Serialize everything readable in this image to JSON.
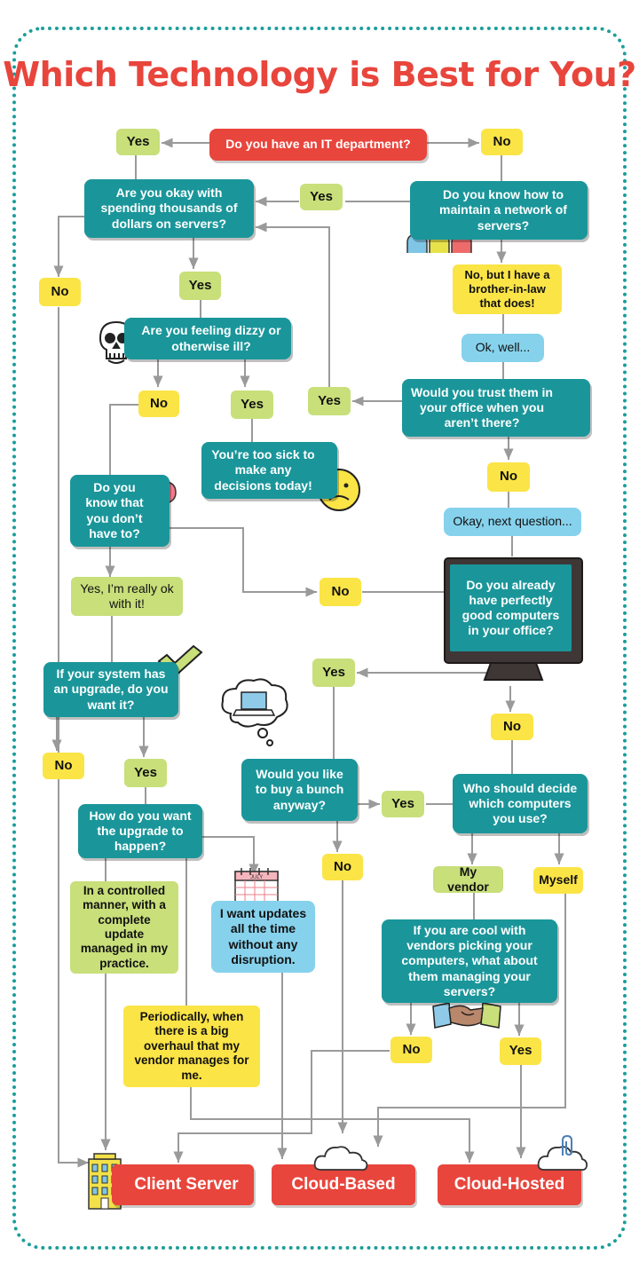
{
  "title": "Which Technology is Best for You?",
  "colors": {
    "teal": "#1a969a",
    "red": "#e8453c",
    "yellow": "#fbe446",
    "green": "#c8df7a",
    "light_blue": "#86d2ec",
    "line": "#9a9a9a"
  },
  "nodes": {
    "q_it_department": "Do you have an IT department?",
    "a_it_yes": "Yes",
    "a_it_no": "No",
    "q_spend_servers": "Are you okay with spending thousands of dollars on servers?",
    "q_maintain_network": "Do you know how to maintain a network of servers?",
    "a_maintain_yes": "Yes",
    "a_spend_no": "No",
    "a_spend_yes": "Yes",
    "a_brother_in_law": "No, but I have a brother-in-law that does!",
    "c_ok_well": "Ok, well...",
    "q_feeling_dizzy": "Are you feeling dizzy or otherwise ill?",
    "q_trust_them": "Would you trust them in your office when you aren’t there?",
    "a_trust_yes": "Yes",
    "a_dizzy_no": "No",
    "a_dizzy_yes": "Yes",
    "r_too_sick": "You’re too sick to make any decisions today!",
    "a_trust_no": "No",
    "q_know_dont_have_to": "Do you know that you don’t have to?",
    "c_next_question": "Okay, next question...",
    "a_know_no": "No",
    "q_good_computers": "Do you already have perfectly good computers in your office?",
    "a_really_ok": "Yes, I’m really ok with it!",
    "q_upgrade": "If your system has an upgrade, do you want it?",
    "a_computers_yes": "Yes",
    "a_computers_no": "No",
    "a_upgrade_no": "No",
    "a_upgrade_yes": "Yes",
    "q_buy_bunch": "Would you like to buy a bunch anyway?",
    "a_buy_yes": "Yes",
    "q_who_decide": "Who should decide which computers you use?",
    "q_upgrade_how": "How do you want the upgrade to happen?",
    "a_buy_no": "No",
    "a_my_vendor": "My vendor",
    "a_myself": "Myself",
    "a_controlled": "In a controlled manner, with a complete update managed in my practice.",
    "a_updates_all_time": "I want updates all the time without any disruption.",
    "q_vendor_servers": "If you are cool with vendors picking your computers, what about them managing your servers?",
    "a_periodically": "Periodically, when there is a big overhaul that my vendor manages for me.",
    "a_servers_no": "No",
    "a_servers_yes": "Yes",
    "o_client_server": "Client Server",
    "o_cloud_based": "Cloud-Based",
    "o_cloud_hosted": "Cloud-Hosted"
  },
  "calendar_month": "JULY",
  "icons": [
    "people-icon",
    "skull-icon",
    "key-icon",
    "sad-face-icon",
    "question-mark-icon",
    "monitor-icon",
    "checkmark-icon",
    "thought-cloud-laptop-icon",
    "calendar-icon",
    "handshake-icon",
    "building-icon",
    "cloud-icon",
    "paperclip-icon"
  ]
}
